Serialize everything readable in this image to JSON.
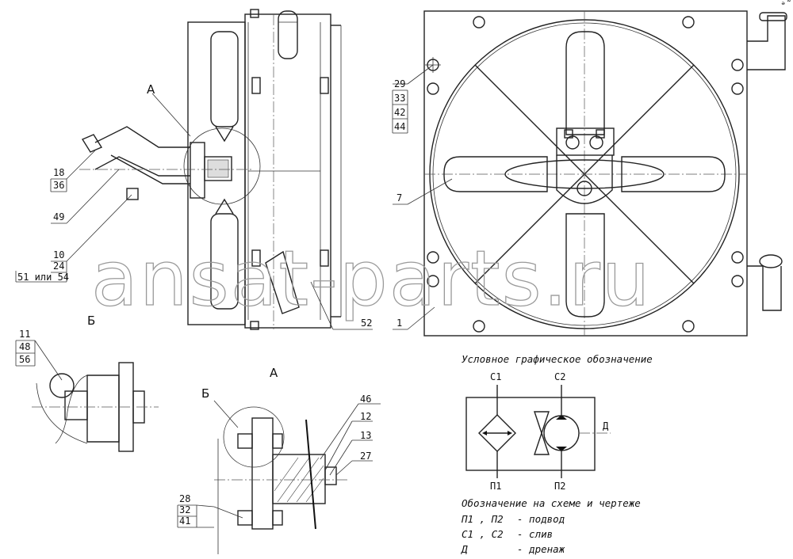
{
  "watermark": "ansat-parts.ru",
  "corner_mark": "ᵊ˜ ₘₘ",
  "views": {
    "view_a": "А",
    "view_b": "Б",
    "view_a_leader": "А",
    "view_b_leader": "Б"
  },
  "callouts": {
    "c29": [
      "29",
      "33",
      "42",
      "44"
    ],
    "c7": "7",
    "c1": "1",
    "c52": "52",
    "c18": [
      "18",
      "36"
    ],
    "c49": "49",
    "c10": [
      "10",
      "24",
      "51 или 54"
    ],
    "c11": [
      "11",
      "48",
      "56"
    ],
    "c46": "46",
    "c12": "12",
    "c13": "13",
    "c27": "27",
    "c28": [
      "28",
      "32",
      "41"
    ]
  },
  "symbol": {
    "title": "Условное графическое обозначение",
    "c1": "С1",
    "c2": "С2",
    "p1": "П1",
    "p2": "П2",
    "d": "Д"
  },
  "legend": {
    "title": "Обозначение на схеме и чертеже",
    "rows": [
      {
        "code": "П1 , П2",
        "text": "- подвод"
      },
      {
        "code": "С1 , С2",
        "text": "- слив"
      },
      {
        "code": "Д",
        "text": "- дренаж"
      }
    ]
  }
}
